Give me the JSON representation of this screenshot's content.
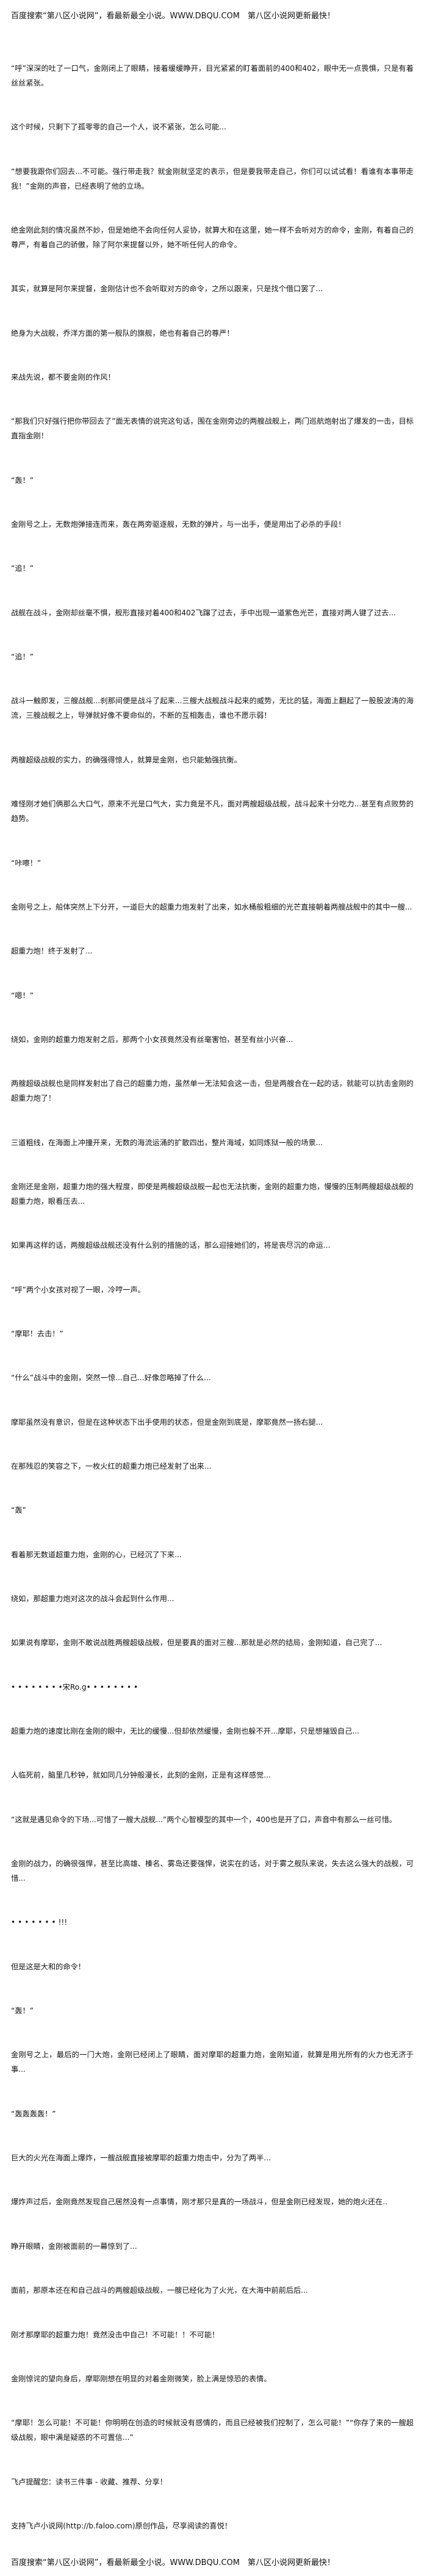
{
  "header": {
    "text": "百度搜索“第八区小说网”，看最新最全小说。WWW.DBQU.COM　第八区小说网更新最快！"
  },
  "paragraphs": [
    "“呼”深深的吐了一口气，金刚闭上了眼睛，接着缓缓睁开，目光紧紧的盯着面前的400和402，眼中无一点畏惧，只是有着丝丝紧张。",
    "这个时候，只剩下了孤零零的自己一个人，说不紧张，怎么可能...",
    "“想要我跟你们回去...不可能。强行带走我？就金刚就坚定的表示，但是要我带走自己，你们可以试试看！看谁有本事带走我！”金刚的声音，已经表明了他的立场。",
    "绝金刚此刻的情况虽然不妙，但是她绝不会向任何人妥协，就算大和在这里，她一样不会听对方的命令，金刚，有着自己的尊严，有着自己的骄傲，除了阿尔来提督以外，她不听任何人的命令。",
    "其实，就算是阿尔来提督，金刚估计也不会听取对方的命令，之所以跟来，只是找个借口罢了...",
    "绝身为大战舰，乔洋方面的第一舰队的旗舰，绝也有着自己的尊严！",
    "来战先说，都不要金刚的作风！",
    "“那我们只好强行把你带回去了”面无表情的说完这句话，围在金刚旁边的两艘战舰上，两门巡航炮射出了爆发的一击，目标直指金刚！",
    "“轰！”",
    "金刚号之上，无数炮弹接连而来，轰在两旁驱逐舰，无数的弹片，与一出手，便是用出了必杀的手段！",
    "“追！”",
    "战舰在战斗，金刚却丝毫不惧，舰形直接对着400和402飞蹿了过去，手中出现一道紫色光芒，直接对两人键了过去...",
    "“追！”",
    "战斗一触即发，三艘战舰...刹那间便是战斗了起来...三艘大战舰战斗起来的威势，无比的猛，海面上翻起了一股股波涛的海流，三艘战舰之上，导弹就好像不要命似的，不断的互相轰击，谁也不愿示弱！",
    "两艘超级战舰的实力，的确强得惊人，就算是金刚，也只能勉强抗衡。",
    "难怪刚才她们俩那么大口气，原来不光是口气大，实力竟是不凡，面对两艘超级战舰，战斗起来十分吃力...甚至有点败势的趋势。",
    "“咔嚓！”",
    "金刚号之上，船体突然上下分开，一道巨大的超重力炮发射了出来，如水桶般粗细的光芒直接朝着两艘战舰中的其中一艘...",
    "超重力炮！终于发射了...",
    "“嗯！”",
    "绕如，金刚的超重力炮发射之后，那两个小女孩竟然没有丝毫害怕，甚至有丝小兴奋...",
    "两艘超级战舰也是同样发射出了自己的超重力炮，虽然单一无法知会这一击，但是两艘合在一起的话，就能可以抗击金刚的超重力炮了！",
    "三道粗线，在海面上冲撞开来，无数的海流运涌的扩散四出，整片海域，如同炼狱一般的场景...",
    "金刚还是金刚，超重力炮的强大程度，即使是两艘超级战舰一起也无法抗衡，金刚的超重力炮，慢慢的压制两艘超级战舰的超重力炮，眼看压去...",
    "如果再这样的话，两艘超级战舰还没有什么别的措施的话，那么迎接她们的，将是丧尽沉的命运...",
    "“呼”两个小女孩对视了一眼，冷哼一声。",
    "“摩耶！去击！”",
    "“什么”战斗中的金刚，突然一惊...自己...好像忽略掉了什么...",
    "摩耶虽然没有意识，但是在这种状态下出手使用的状态，但是金刚到底是，摩耶竟然一扬右腿...",
    "在那残忍的笑容之下，一枚火红的超重力炮已经发射了出来...",
    "“轰”",
    "看着那无数道超重力炮，金刚的心，已经沉了下来...",
    "绕如，那超重力炮对这次的战斗会起到什么作用...",
    "如果说有摩耶，金刚不敢说战胜两艘超级战舰，但是要真的面对三艘...那就是必然的结局，金刚知道，自己完了...",
    "• • • • • • • •宋Ro.g• • • • • • • •",
    "超重力炮的速度比刚在金刚的眼中，无比的缓慢...但却依然缓慢，金刚也躲不开...摩耶，只是想摧毁自己...",
    "人临死前，脑里几秒钟，就如同几分钟般漫长，此刻的金刚，正是有这样感觉...",
    "“这就是遇见命令的下场...可惜了一艘大战舰...”两个心智模型的其中一个，400也是开了口，声音中有那么一丝可惜。",
    "金刚的战力，的确很强悍，甚至比高雄、榛名、雾岛还要强悍，说实在的话，对于雾之舰队来说，失去这么强大的战舰，可惜...",
    "• • • • • • • !!!",
    "但是这是大和的命令！",
    "“轰！”",
    "金刚号之上，最后的一门大炮，金刚已经闭上了眼睛，面对摩耶的超重力炮，金刚知道，就算是用光所有的火力也无济于事...",
    "“轰轰轰轰！”",
    "巨大的火光在海面上爆炸，一艘战舰直接被摩耶的超重力炮击中，分为了两半...",
    "爆炸声过后，金刚竟然发现自己居然没有一点事情，刚才那只是真的一场战斗，但是金刚已经发现，她的炮火还在..",
    "睁开眼睛，金刚被面前的一幕惊到了...",
    "面前，那原本还在和自己战斗的两艘超级战舰，一艘已经化为了火光，在大海中前前后后...",
    "刚才那摩耶的超重力炮！竟然没击中自己！不可能！！不可能！",
    "金刚惊诧的望向身后，摩耶刚想在明显的对着金刚微笑，脸上满是惊恐的表情。",
    "“摩耶！怎么可能！不可能！你明明在创造的时候就没有感情的，而且已经被我们控制了，怎么可能！”“你存了来的一艘超级战舰，眼中满是疑惑的不可置信...”",
    "飞卢提醒您：读书三件事 - 收藏、推荐、分享！",
    "支持飞卢小说网(http://b.faloo.com)原创作品，尽享阅读的喜悦！"
  ],
  "footer": {
    "text": "百度搜索“第八区小说网”，看最新最全小说。WWW.DBQU.COM　第八区小说网更新最快！"
  }
}
